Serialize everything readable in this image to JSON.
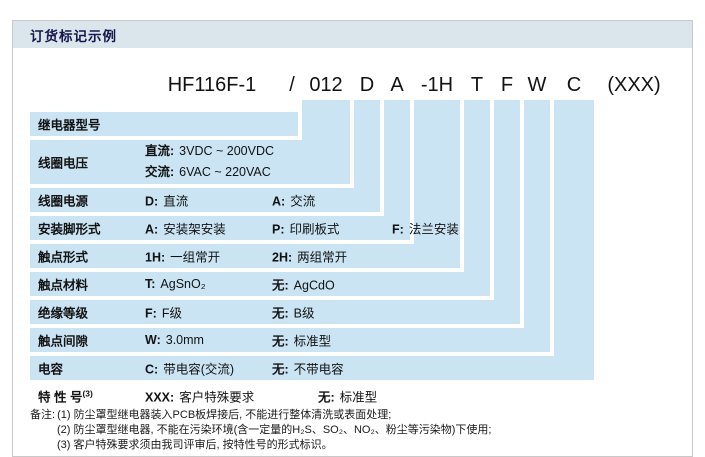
{
  "title": "订货标记示例",
  "code": {
    "segments": [
      "HF116F-1",
      "/",
      "012",
      "D",
      "A",
      "-1H",
      "T",
      "F",
      "W",
      "C",
      "(XXX)"
    ]
  },
  "rows": [
    {
      "label": "继电器型号"
    },
    {
      "label": "线圈电压",
      "lines": [
        {
          "key": "直流:",
          "value": "3VDC ~ 200VDC"
        },
        {
          "key": "交流:",
          "value": "6VAC ~ 220VAC"
        }
      ]
    },
    {
      "label": "线圈电源",
      "items": [
        {
          "key": "D:",
          "value": "直流"
        },
        {
          "key": "A:",
          "value": "交流"
        }
      ]
    },
    {
      "label": "安装脚形式",
      "items": [
        {
          "key": "A:",
          "value": "安装架安装"
        },
        {
          "key": "P:",
          "value": "印刷板式"
        },
        {
          "key": "F:",
          "value": "法兰安装"
        }
      ]
    },
    {
      "label": "触点形式",
      "items": [
        {
          "key": "1H:",
          "value": "一组常开"
        },
        {
          "key": "2H:",
          "value": "两组常开"
        }
      ]
    },
    {
      "label": "触点材料",
      "items": [
        {
          "key": "T:",
          "value": "AgSnO₂"
        },
        {
          "key": "无:",
          "value": "AgCdO"
        }
      ]
    },
    {
      "label": "绝缘等级",
      "items": [
        {
          "key": "F:",
          "value": "F级"
        },
        {
          "key": "无:",
          "value": "B级"
        }
      ]
    },
    {
      "label": "触点间隙",
      "items": [
        {
          "key": "W:",
          "value": "3.0mm"
        },
        {
          "key": "无:",
          "value": "标准型"
        }
      ]
    },
    {
      "label": "电容",
      "items": [
        {
          "key": "C:",
          "value": "带电容(交流)"
        },
        {
          "key": "无:",
          "value": "不带电容"
        }
      ]
    },
    {
      "label": "特 性 号",
      "label_sup": "(3)",
      "items": [
        {
          "key": "XXX:",
          "value": "客户特殊要求"
        },
        {
          "key": "无:",
          "value": "标准型"
        }
      ]
    }
  ],
  "notes": {
    "prefix": "备注:",
    "items": [
      "(1) 防尘罩型继电器装入PCB板焊接后, 不能进行整体清洗或表面处理;",
      "(2) 防尘罩型继电器, 不能在污染环境(含一定量的H₂S、SO₂、NO₂、粉尘等污染物)下使用;",
      "(3) 客户特殊要求须由我司评审后, 按特性号的形式标识。"
    ]
  },
  "colors": {
    "row_fill": "#cae4f4",
    "title_bar_fill": "#dbe5ec"
  }
}
